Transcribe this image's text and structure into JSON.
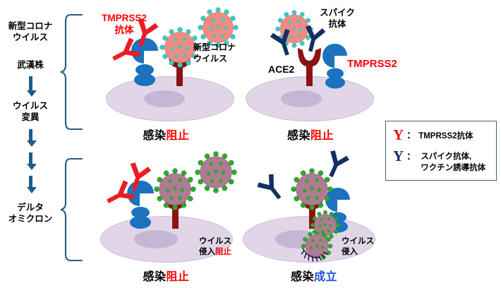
{
  "figure": {
    "title_hidden": "SARS-CoV-2 variant entry pathways and antibody blockade"
  },
  "timeline": {
    "items": [
      {
        "id": "virus-name",
        "text": "新型コロナ\nウイルス"
      },
      {
        "id": "wuhan",
        "text": "武漢株"
      },
      {
        "id": "mutation",
        "text": "ウイルス\n変異"
      },
      {
        "id": "delta-omicron",
        "text": "デルタ\nオミクロン"
      }
    ],
    "arrow_icon": "arrow-down-icon",
    "arrow_count": 4,
    "color": "#1F5C87"
  },
  "panels": [
    {
      "id": "top-left",
      "row": "wuhan",
      "labels": {
        "antibody": "TMPRSS2\n抗体",
        "virus": "新型コロナ\nウイルス"
      },
      "caption": {
        "black": "感染",
        "colored": "阻止",
        "color": "#FF0000"
      },
      "virus_style": "wuhan",
      "antibody_color": "#ED1C24",
      "antibody_count": 2
    },
    {
      "id": "top-right",
      "row": "wuhan",
      "labels": {
        "antibody": "スパイク\n抗体",
        "ace2": "ACE2",
        "tmprss2": "TMPRSS2"
      },
      "caption": {
        "black": "感染",
        "colored": "阻止",
        "color": "#FF0000"
      },
      "virus_style": "wuhan",
      "antibody_color": "#132F63",
      "antibody_count": 2
    },
    {
      "id": "bottom-left",
      "row": "delta-omicron",
      "labels": {
        "entry": {
          "black": "ウイルス\n侵入",
          "colored": "阻止",
          "color": "#FF0000"
        }
      },
      "caption": {
        "black": "感染",
        "colored": "阻止",
        "color": "#FF0000"
      },
      "virus_style": "variant",
      "antibody_color": "#ED1C24",
      "antibody_count": 2
    },
    {
      "id": "bottom-right",
      "row": "delta-omicron",
      "labels": {
        "entry": {
          "black": "ウイルス\n侵入",
          "colored": "",
          "color": ""
        }
      },
      "caption": {
        "black": "感染",
        "colored": "成立",
        "color": "#1F4FE0"
      },
      "virus_style": "variant",
      "antibody_color": "#132F63",
      "antibody_count": 2
    }
  ],
  "legend": {
    "rows": [
      {
        "icon": "antibody-y-icon",
        "icon_color": "#E8140C",
        "separator": "：",
        "text": "TMPRSS2抗体"
      },
      {
        "icon": "antibody-y-icon",
        "icon_color": "#132F63",
        "separator": "：",
        "text": "スパイク抗体,\nワクチン誘導抗体"
      }
    ],
    "border_color": "#3E5E86"
  },
  "colors": {
    "virus_wuhan_body": "#F08B82",
    "virus_wuhan_spike": "#3FC8C0",
    "virus_variant_body": "#B07A93",
    "virus_variant_spike": "#2FA82F",
    "tmprss2": "#1B72BF",
    "ace2": "#8C1313",
    "cell": "#E1D6E8",
    "nucleus": "#C5B7D3",
    "timeline": "#1F5C87"
  }
}
